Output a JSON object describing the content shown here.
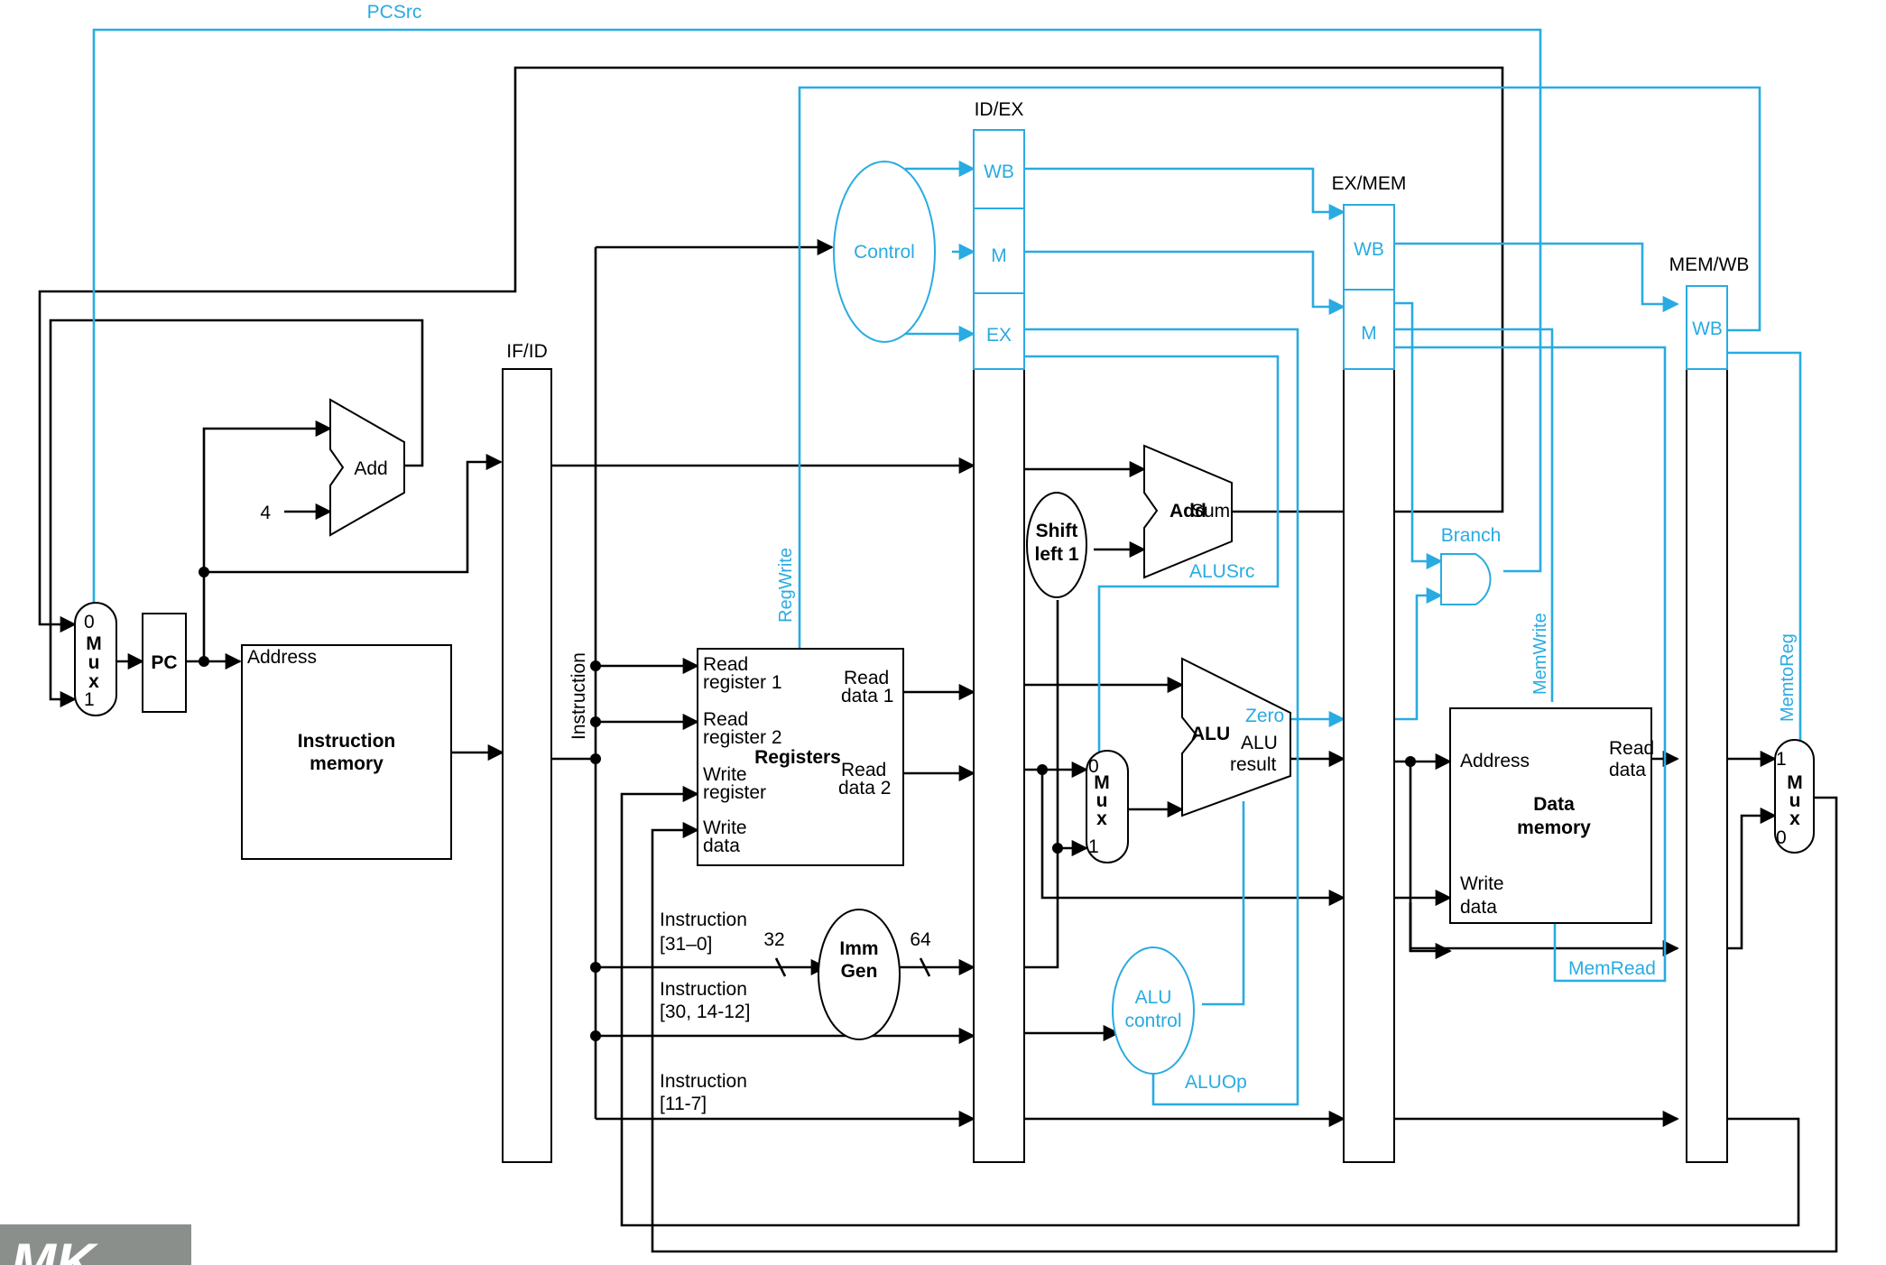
{
  "pipeline_registers": {
    "if_id": "IF/ID",
    "id_ex": "ID/EX",
    "ex_mem": "EX/MEM",
    "mem_wb": "MEM/WB",
    "wb": "WB",
    "m": "M",
    "ex": "EX"
  },
  "signals": {
    "pcsrc": "PCSrc",
    "regwrite": "RegWrite",
    "branch": "Branch",
    "alusrc": "ALUSrc",
    "memwrite": "MemWrite",
    "memread": "MemRead",
    "memtoreg": "MemtoReg",
    "aluop": "ALUOp",
    "zero": "Zero"
  },
  "blocks": {
    "pc": "PC",
    "add": "Add",
    "four": "4",
    "address": "Address",
    "instruction_memory_1": "Instruction",
    "instruction_memory_2": "memory",
    "instruction": "Instruction",
    "control": "Control",
    "registers": "Registers",
    "read_register_1a": "Read",
    "read_register_1b": "register 1",
    "read_register_2a": "Read",
    "read_register_2b": "register 2",
    "write_register_a": "Write",
    "write_register_b": "register",
    "write_data_a": "Write",
    "write_data_b": "data",
    "read_data_1a": "Read",
    "read_data_1b": "data 1",
    "read_data_2a": "Read",
    "read_data_2b": "data 2",
    "imm_gen_1": "Imm",
    "imm_gen_2": "Gen",
    "width_32": "32",
    "width_64": "64",
    "shift_1": "Shift",
    "shift_2": "left 1",
    "add_sum_add": "Add",
    "add_sum_sum": "Sum",
    "alu": "ALU",
    "alu_result_1": "ALU",
    "alu_result_2": "result",
    "alu_control_1": "ALU",
    "alu_control_2": "control",
    "dm_address": "Address",
    "dm_read_a": "Read",
    "dm_read_b": "data",
    "dm_write_a": "Write",
    "dm_write_b": "data",
    "data_memory_1": "Data",
    "data_memory_2": "memory",
    "instr_31_0_a": "Instruction",
    "instr_31_0_b": "[31–0]",
    "instr_30_a": "Instruction",
    "instr_30_b": "[30, 14-12]",
    "instr_11_7_a": "Instruction",
    "instr_11_7_b": "[11-7]"
  },
  "mux": {
    "m": "M",
    "u": "u",
    "x": "x",
    "zero": "0",
    "one": "1"
  },
  "logo": "MK",
  "colors": {
    "control_path": "#29ABE2",
    "data_path": "#000000",
    "logo_bg": "#8a8f8c"
  }
}
